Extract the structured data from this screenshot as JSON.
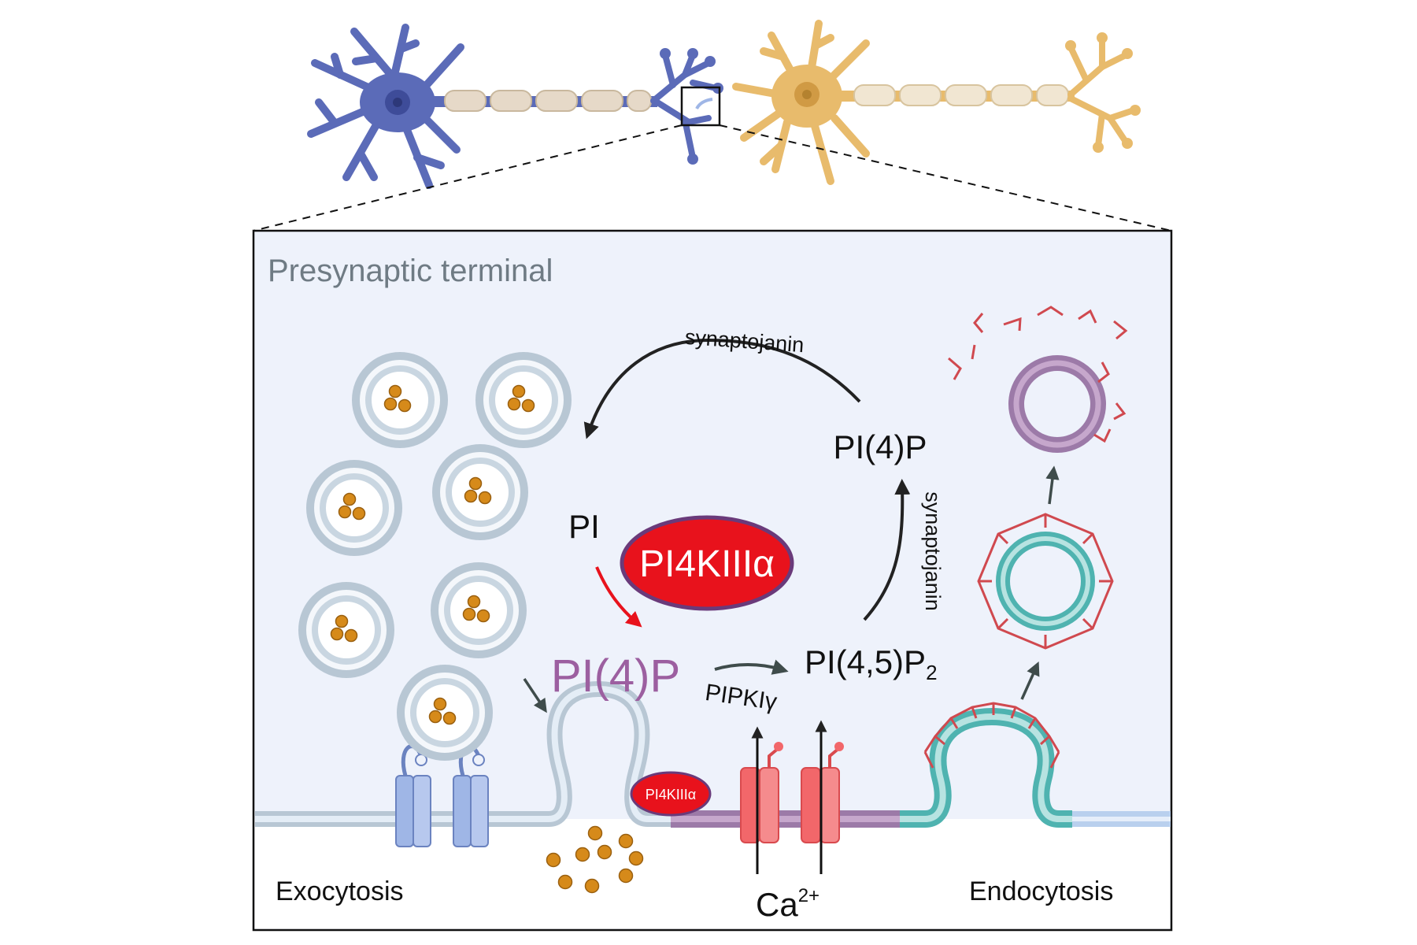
{
  "panel": {
    "title": "Presynaptic terminal"
  },
  "cycle": {
    "pi": "PI",
    "pi4p_top": "PI(4)P",
    "pi4p_product": "PI(4)P",
    "pip2_prefix": "PI(4,5)P",
    "pip2_subscript": "2",
    "enzyme_large": "PI4KIIIα",
    "enzyme_small": "PI4KIIIα",
    "synaptojanin_top": "synaptojanin",
    "synaptojanin_side": "synaptojanin",
    "pipk": "PIPKIγ"
  },
  "labels": {
    "exocytosis": "Exocytosis",
    "endocytosis": "Endocytosis",
    "calcium_base": "Ca",
    "calcium_charge": "2+"
  },
  "colors": {
    "presynaptic_neuron": "#5b6bb8",
    "postsynaptic_neuron": "#e8bb6c",
    "panel_bg": "#eef2fb",
    "enzyme_red": "#e8121c",
    "enzyme_border": "#6a3a7a",
    "pi4p_purple": "#9c5fa0",
    "clathrin_red": "#d0494f",
    "membrane_teal": "#4fb3b0",
    "membrane_purple": "#b087b8",
    "vesicle_membrane": "#b8c7d4",
    "neurotransmitter": "#d68a1a",
    "channel_red": "#f2676a",
    "transporter_blue": "#9fb6e6"
  }
}
